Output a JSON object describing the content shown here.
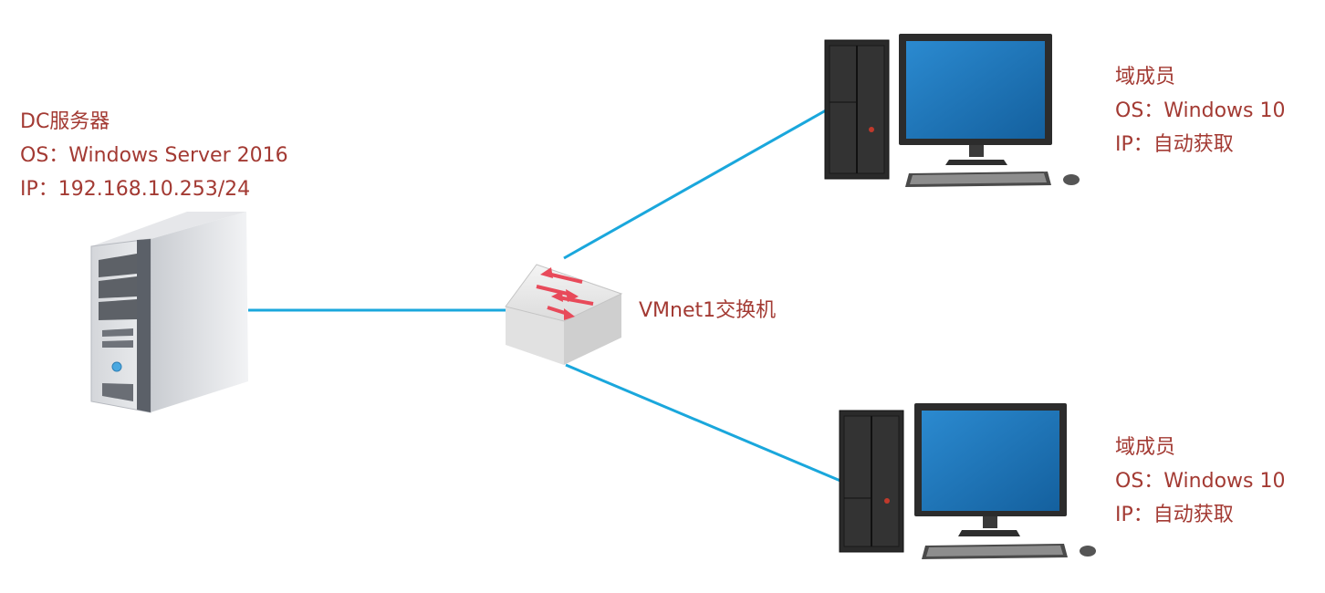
{
  "server": {
    "name": "DC服务器",
    "os": "OS：Windows Server 2016",
    "ip": "IP：192.168.10.253/24"
  },
  "switch": {
    "name": "VMnet1交换机"
  },
  "clients": [
    {
      "role": "域成员",
      "os": "OS：Windows 10",
      "ip": "IP：自动获取"
    },
    {
      "role": "域成员",
      "os": "OS：Windows 10",
      "ip": "IP：自动获取"
    }
  ],
  "colors": {
    "link": "#1aa7dc",
    "label": "#a33a33",
    "switch_arrows": "#e84a5a",
    "screen": "#1a74b8"
  },
  "icons": {
    "server": "server-tower-icon",
    "switch": "network-switch-icon",
    "client": "desktop-computer-icon"
  }
}
